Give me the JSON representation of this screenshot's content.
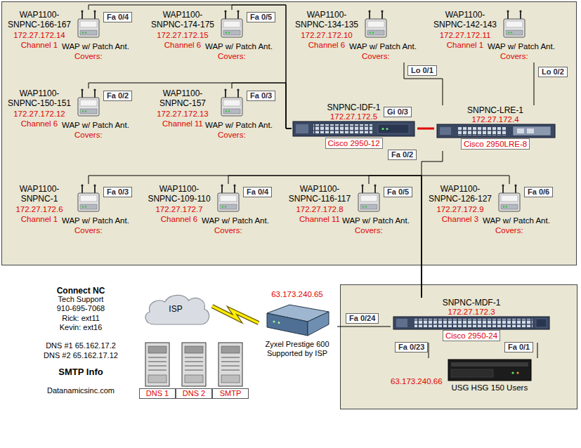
{
  "diagram": {
    "nodes": [
      {
        "text": [
          "WAP1100-SNPNC-166-167",
          "172.27.172.14",
          "Channel 1",
          "WAP w/ Patch Ant.",
          "Covers:"
        ]
      },
      {
        "text": [
          "WAP1100-SNPNC-174-175",
          "172.27.172.15",
          "Channel 6",
          "WAP w/ Patch Ant.",
          "Covers:"
        ]
      },
      {
        "text": [
          "WAP1100-SNPNC-134-135",
          "172.27.172.10",
          "Channel 6",
          "WAP w/ Patch Ant.",
          "Covers:"
        ]
      },
      {
        "text": [
          "WAP1100-SNPNC-142-143",
          "172.27.172.11",
          "Channel 1",
          "WAP w/ Patch Ant.",
          "Covers:"
        ]
      },
      {
        "text": [
          "WAP1100-SNPNC-150-151",
          "172.27.172.12",
          "Channel 6",
          "WAP w/ Patch Ant.",
          "Covers:"
        ]
      },
      {
        "text": [
          "WAP1100-SNPNC-157",
          "172.27.172.13",
          "Channel 11",
          "WAP w/ Patch Ant.",
          "Covers:"
        ]
      },
      {
        "text": [
          "SNPNC-IDF-1",
          "172.27.172.5",
          "Cisco 2950-12"
        ]
      },
      {
        "text": [
          "SNPNC-LRE-1",
          "172.27.172.4",
          "Cisco 2950LRE-8"
        ]
      },
      {
        "text": [
          "WAP1100-SNPNC-1",
          "172.27.172.6",
          "Channel 1",
          "WAP w/ Patch Ant.",
          "Covers:"
        ]
      },
      {
        "text": [
          "WAP1100-SNPNC-109-110",
          "172.27.172.7",
          "Channel 6",
          "WAP w/ Patch Ant.",
          "Covers:"
        ]
      },
      {
        "text": [
          "WAP1100-SNPNC-116-117",
          "172.27.172.8",
          "Channel 11",
          "WAP w/ Patch Ant.",
          "Covers:"
        ]
      },
      {
        "text": [
          "WAP1100-SNPNC-126-127",
          "172.27.172.9",
          "Channel 3",
          "WAP w/ Patch Ant.",
          "Covers:"
        ]
      },
      {
        "text": [
          "ISP"
        ]
      },
      {
        "text": [
          "63.173.240.65",
          "Zyxel Prestige 600 Supported by ISP"
        ]
      },
      {
        "text": [
          "SNPNC-MDF-1",
          "172.27.172.3",
          "Cisco 2950-24"
        ]
      },
      {
        "text": [
          "DNS 1"
        ]
      },
      {
        "text": [
          "DNS 2"
        ]
      },
      {
        "text": [
          "SMTP"
        ]
      },
      {
        "text": [
          "63.173.240.66",
          "USG HSG 150 Users"
        ]
      }
    ],
    "edges": [
      {
        "from": 6,
        "to": 0,
        "label": "Fa 0/4",
        "arrow": "none"
      },
      {
        "from": 6,
        "to": 1,
        "label": "Fa 0/5",
        "arrow": "none"
      },
      {
        "from": 7,
        "to": 2,
        "label": "Lo 0/1",
        "arrow": "none"
      },
      {
        "from": 7,
        "to": 3,
        "label": "Lo 0/2",
        "arrow": "none"
      },
      {
        "from": 6,
        "to": 4,
        "label": "Fa 0/2",
        "arrow": "none"
      },
      {
        "from": 6,
        "to": 5,
        "label": "Fa 0/3",
        "arrow": "none"
      },
      {
        "from": 6,
        "to": 7,
        "label": "Gi 0/3",
        "arrow": "none"
      },
      {
        "from": 7,
        "to": 14,
        "label": "Fa 0/2",
        "arrow": "none"
      },
      {
        "from": 14,
        "to": 8,
        "label": "Fa 0/3",
        "arrow": "none"
      },
      {
        "from": 14,
        "to": 9,
        "label": "Fa 0/4",
        "arrow": "none"
      },
      {
        "from": 14,
        "to": 10,
        "label": "Fa 0/5",
        "arrow": "none"
      },
      {
        "from": 14,
        "to": 11,
        "label": "Fa 0/6",
        "arrow": "none"
      },
      {
        "from": 12,
        "to": 13,
        "arrow": "none"
      },
      {
        "from": 14,
        "to": 13,
        "label": "Fa 0/24",
        "arrow": "none"
      },
      {
        "from": 14,
        "to": 18,
        "label": "Fa 0/23",
        "arrow": "none"
      },
      {
        "from": 14,
        "to": 18,
        "label": "Fa 0/1",
        "arrow": "none"
      }
    ],
    "labels": [
      "Connect NC",
      "Tech Support",
      "910-695-7068",
      "Rick: ext11",
      "Kevin: ext16",
      "DNS #1 65.162.17.2",
      "DNS #2 65.162.17.12",
      "SMTP Info",
      "Datanamicsinc.com"
    ]
  }
}
